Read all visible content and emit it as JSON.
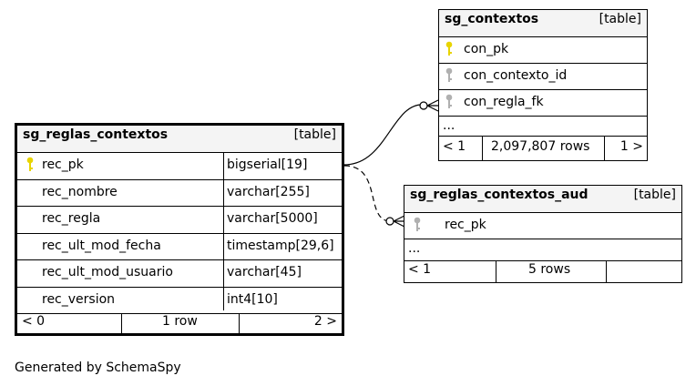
{
  "tables": {
    "contextos": {
      "name": "sg_contextos",
      "kind": "[table]",
      "columns": [
        "con_pk",
        "con_contexto_id",
        "con_regla_fk"
      ],
      "ellipsis": "...",
      "footer": {
        "prev": "< 1",
        "rows": "2,097,807 rows",
        "next": "1 >"
      }
    },
    "reglas": {
      "name": "sg_reglas_contextos",
      "kind": "[table]",
      "columns": [
        {
          "name": "rec_pk",
          "type": "bigserial[19]"
        },
        {
          "name": "rec_nombre",
          "type": "varchar[255]"
        },
        {
          "name": "rec_regla",
          "type": "varchar[5000]"
        },
        {
          "name": "rec_ult_mod_fecha",
          "type": "timestamp[29,6]"
        },
        {
          "name": "rec_ult_mod_usuario",
          "type": "varchar[45]"
        },
        {
          "name": "rec_version",
          "type": "int4[10]"
        }
      ],
      "footer": {
        "prev": "< 0",
        "rows": "1 row",
        "next": "2 >"
      }
    },
    "aud": {
      "name": "sg_reglas_contextos_aud",
      "kind": "[table]",
      "columns": [
        "rec_pk"
      ],
      "ellipsis": "...",
      "footer": {
        "prev": "< 1",
        "rows": "5 rows",
        "next": ""
      }
    }
  },
  "generated_by": "Generated by SchemaSpy",
  "colors": {
    "primary_key": "#e8d400",
    "foreign_key": "#b0b0b0",
    "header_bg": "#f4f4f4"
  }
}
